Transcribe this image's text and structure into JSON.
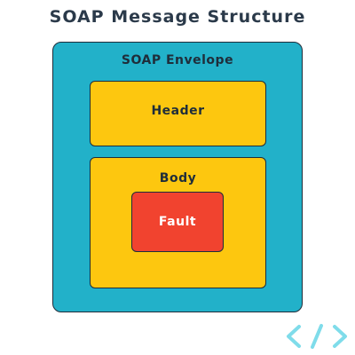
{
  "diagram": {
    "title": "SOAP Message Structure",
    "envelope": {
      "label": "SOAP Envelope",
      "color": "#22b1c9"
    },
    "header": {
      "label": "Header",
      "color": "#fdc70f"
    },
    "body": {
      "label": "Body",
      "color": "#fdc70f"
    },
    "fault": {
      "label": "Fault",
      "color": "#f1432f"
    },
    "logo_icon": "code-brackets-icon"
  }
}
